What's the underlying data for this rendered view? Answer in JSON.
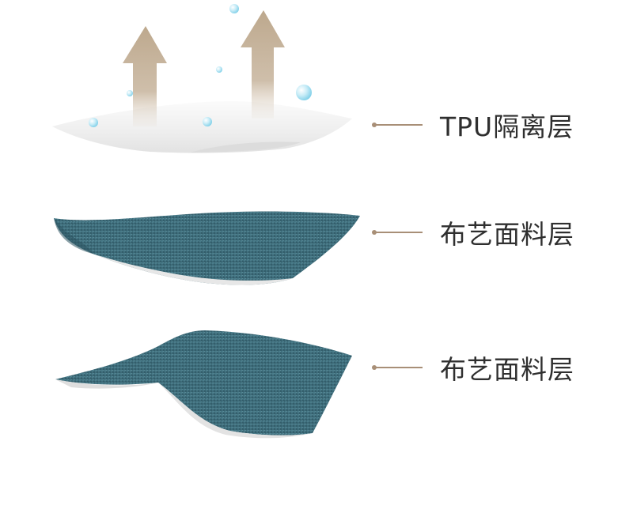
{
  "colors": {
    "arrow": "#c2ad91",
    "fabric": "#3f6e7c",
    "fabric_dark": "#2c5461",
    "connector": "#a88f77",
    "membrane": "#f1f1f1",
    "droplet": "#a9dff0"
  },
  "icons": [
    "vapor-arrow-icon",
    "water-droplet-icon"
  ],
  "layers": [
    {
      "label": "TPU隔离层"
    },
    {
      "label": "布艺面料层"
    },
    {
      "label": "布艺面料层"
    }
  ]
}
